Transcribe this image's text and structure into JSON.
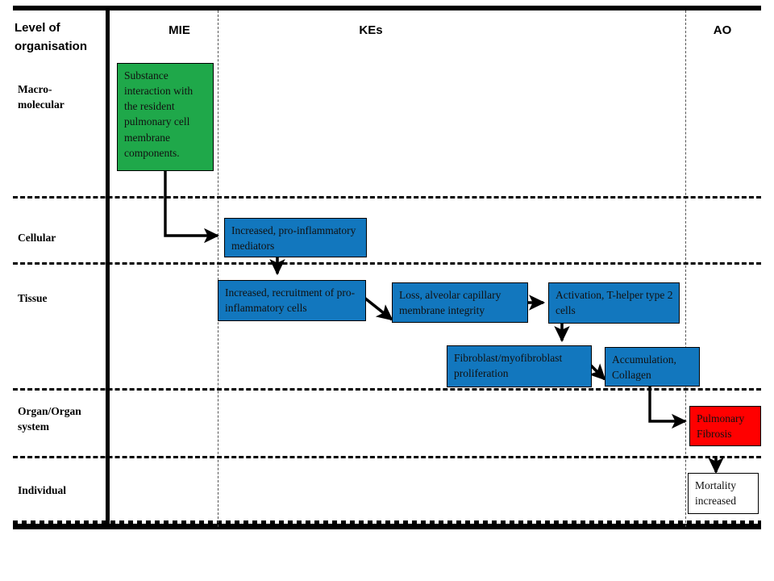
{
  "diagram": {
    "title_corner": "Level of organisation",
    "columns": [
      {
        "id": "mie",
        "label": "MIE"
      },
      {
        "id": "kes",
        "label": "KEs"
      },
      {
        "id": "ao",
        "label": "AO"
      }
    ],
    "rows": [
      {
        "id": "macromolecular",
        "label": "Macro-\nmolecular"
      },
      {
        "id": "cellular",
        "label": "Cellular"
      },
      {
        "id": "tissue",
        "label": "Tissue"
      },
      {
        "id": "organ",
        "label": "Organ/Organ\nsystem"
      },
      {
        "id": "individual",
        "label": "Individual"
      }
    ],
    "nodes": [
      {
        "id": "mie-substance",
        "text": "Substance interaction with the resident pulmonary cell membrane components.",
        "kind": "MIE",
        "color": "#1FA84A",
        "row": "macromolecular",
        "column": "mie"
      },
      {
        "id": "ke-mediators",
        "text": "Increased, pro-inflammatory mediators",
        "kind": "KE",
        "color": "#1277BE",
        "row": "cellular",
        "column": "kes"
      },
      {
        "id": "ke-recruitment",
        "text": "Increased, recruitment of pro-inflammatory cells",
        "kind": "KE",
        "color": "#1277BE",
        "row": "tissue",
        "column": "kes"
      },
      {
        "id": "ke-loss-integrity",
        "text": "Loss, alveolar capillary membrane integrity",
        "kind": "KE",
        "color": "#1277BE",
        "row": "tissue",
        "column": "kes"
      },
      {
        "id": "ke-activation-thelper",
        "text": "Activation, T-helper type 2 cells",
        "kind": "KE",
        "color": "#1277BE",
        "row": "tissue",
        "column": "kes"
      },
      {
        "id": "ke-fibroblast",
        "text": "Fibroblast/myofibroblast proliferation",
        "kind": "KE",
        "color": "#1277BE",
        "row": "tissue",
        "column": "kes"
      },
      {
        "id": "ke-collagen",
        "text": "Accumulation, Collagen",
        "kind": "KE",
        "color": "#1277BE",
        "row": "tissue",
        "column": "kes"
      },
      {
        "id": "ao-fibrosis",
        "text": "Pulmonary Fibrosis",
        "kind": "AO",
        "color": "#FF0000",
        "row": "organ",
        "column": "ao"
      },
      {
        "id": "outcome-mortality",
        "text": "Mortality increased",
        "kind": "Outcome",
        "color": "#FFFFFF",
        "row": "individual",
        "column": "ao"
      }
    ],
    "edges": [
      {
        "from": "mie-substance",
        "to": "ke-mediators",
        "style": "elbow"
      },
      {
        "from": "ke-mediators",
        "to": "ke-recruitment",
        "style": "straight-down"
      },
      {
        "from": "ke-recruitment",
        "to": "ke-loss-integrity",
        "style": "diagonal"
      },
      {
        "from": "ke-loss-integrity",
        "to": "ke-activation-thelper",
        "style": "straight-right"
      },
      {
        "from": "ke-activation-thelper",
        "to": "ke-fibroblast",
        "style": "straight-down"
      },
      {
        "from": "ke-fibroblast",
        "to": "ke-collagen",
        "style": "diagonal"
      },
      {
        "from": "ke-collagen",
        "to": "ao-fibrosis",
        "style": "elbow"
      },
      {
        "from": "ao-fibrosis",
        "to": "outcome-mortality",
        "style": "straight-down"
      }
    ]
  }
}
